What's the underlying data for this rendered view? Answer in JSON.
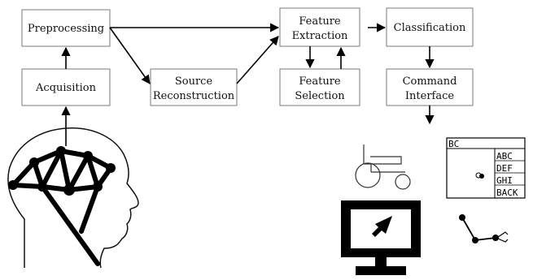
{
  "diagram": {
    "blocks": {
      "preprocessing": "Preprocessing",
      "acquisition": "Acquisition",
      "source_reconstruction": [
        "Source",
        "Reconstruction"
      ],
      "feature_extraction": [
        "Feature",
        "Extraction"
      ],
      "feature_selection": [
        "Feature",
        "Selection"
      ],
      "classification": "Classification",
      "command_interface": [
        "Command",
        "Interface"
      ]
    },
    "speller": {
      "top": "BC",
      "rows": [
        "ABC",
        "DEF",
        "GHI",
        "BACK"
      ]
    },
    "icons": {
      "head": "eeg-head-icon",
      "wheelchair": "wheelchair-icon",
      "speller": "speller-screen-icon",
      "monitor": "monitor-cursor-icon",
      "robot_arm": "robot-arm-icon"
    }
  }
}
